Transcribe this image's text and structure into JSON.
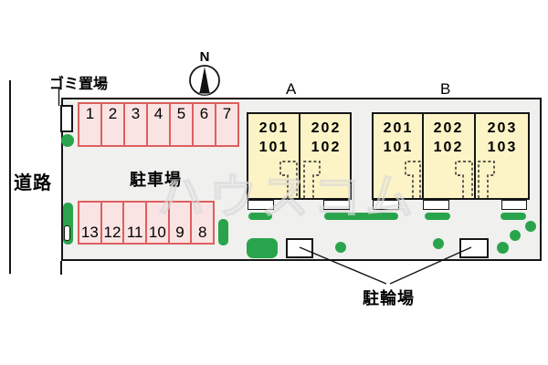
{
  "map": {
    "road": {
      "label": "道路"
    },
    "garbage": {
      "label": "ゴミ置場"
    },
    "compass": {
      "label": "N"
    },
    "parking": {
      "label": "駐車場",
      "row1": [
        "1",
        "2",
        "3",
        "4",
        "5",
        "6",
        "7"
      ],
      "row2": [
        "13",
        "12",
        "11",
        "10",
        "9",
        "8"
      ]
    },
    "bicycle": {
      "label": "駐輪場"
    },
    "buildings": {
      "a": {
        "label": "A",
        "units": [
          {
            "upper": "201",
            "lower": "101"
          },
          {
            "upper": "202",
            "lower": "102"
          }
        ]
      },
      "b": {
        "label": "B",
        "units": [
          {
            "upper": "201",
            "lower": "101"
          },
          {
            "upper": "202",
            "lower": "102"
          },
          {
            "upper": "203",
            "lower": "103"
          }
        ]
      }
    },
    "watermark": "ハウスコム",
    "colors": {
      "site_bg": "#f0f0ee",
      "building_fill": "#fcf4c6",
      "parking_fill": "#fae3e3",
      "parking_border": "#dd5f5f",
      "green": "#2aa44c",
      "line": "#161616"
    }
  }
}
